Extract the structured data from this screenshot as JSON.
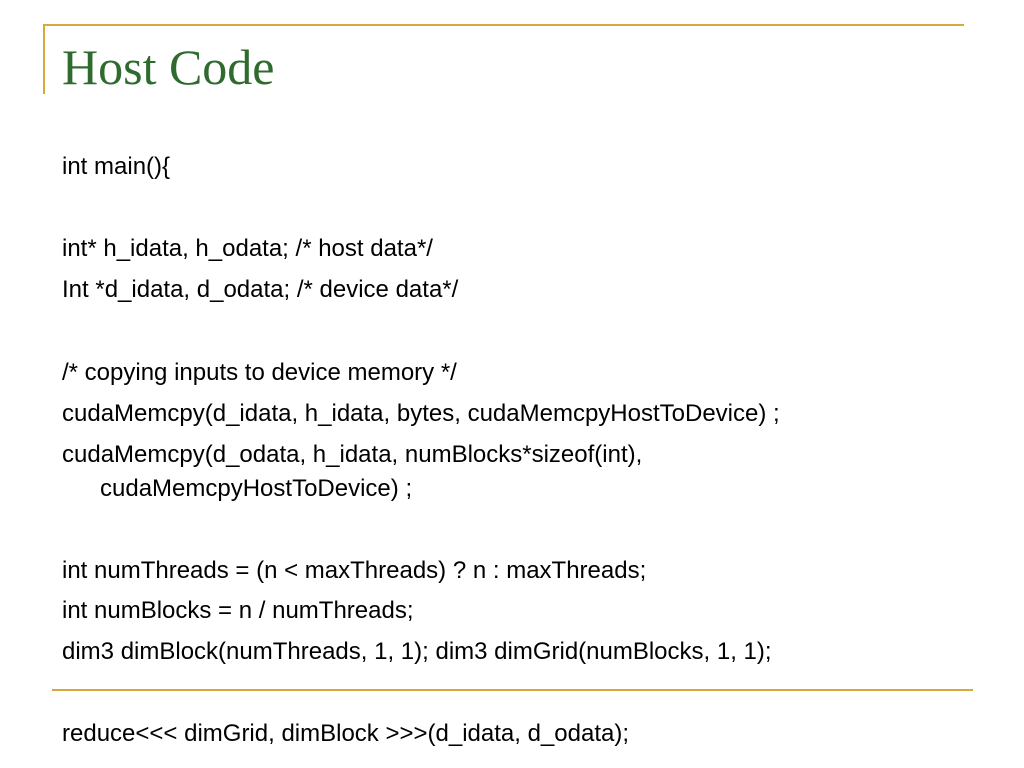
{
  "slide": {
    "title": "Host Code",
    "lines": [
      "int main(){",
      "int* h_idata, h_odata; /* host data*/",
      "Int *d_idata, d_odata; /* device data*/",
      "/* copying inputs to device memory */",
      "cudaMemcpy(d_idata, h_idata, bytes, cudaMemcpyHostToDevice) ;",
      "cudaMemcpy(d_odata, h_idata, numBlocks*sizeof(int),",
      "cudaMemcpyHostToDevice) ;",
      "int numThreads = (n < maxThreads) ? n : maxThreads;",
      "int numBlocks = n / numThreads;",
      "dim3 dimBlock(numThreads, 1, 1); dim3 dimGrid(numBlocks, 1, 1);",
      "reduce<<< dimGrid, dimBlock >>>(d_idata, d_odata);"
    ]
  },
  "colors": {
    "accent": "#d7a93a",
    "title": "#2f6b2e"
  }
}
